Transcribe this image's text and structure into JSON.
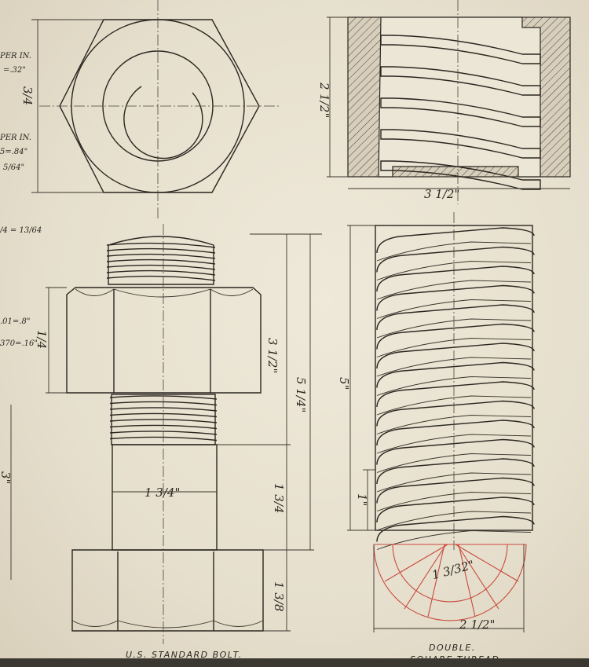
{
  "captions": {
    "bolt": "U.S. STANDARD BOLT.",
    "thread_line1": "DOUBLE.",
    "thread_line2": "SQUARE THREAD."
  },
  "margin_notes": {
    "n1": "PER IN.",
    "n2": "=.32\"",
    "n3": "PER IN.",
    "n4": "5=.84\"",
    "n5": "5/64\"",
    "n6": "/4 = 13/64",
    "n7": ".01=.8\"",
    "n8": "370=.16\""
  },
  "dimensions": {
    "nut_top_height": "3/4",
    "nut_front_height": "1/4",
    "bolt_thread_len": "3 1/2\"",
    "bolt_total": "5 1/4\"",
    "shank_len": "1 3/4",
    "head_height": "1 3/8",
    "shank_dia": "1 3/4\"",
    "left_total": "3\"",
    "section_height": "2 1/2\"",
    "section_width": "3 1/2\"",
    "screw_len": "5\"",
    "pitch": "1\"",
    "thread_dia": "2 1/2\"",
    "arc_label": "1 3/32\""
  },
  "colors": {
    "ink": "#2b2620",
    "paper": "#e9e3d3",
    "construction_red": "#c94a3c"
  }
}
